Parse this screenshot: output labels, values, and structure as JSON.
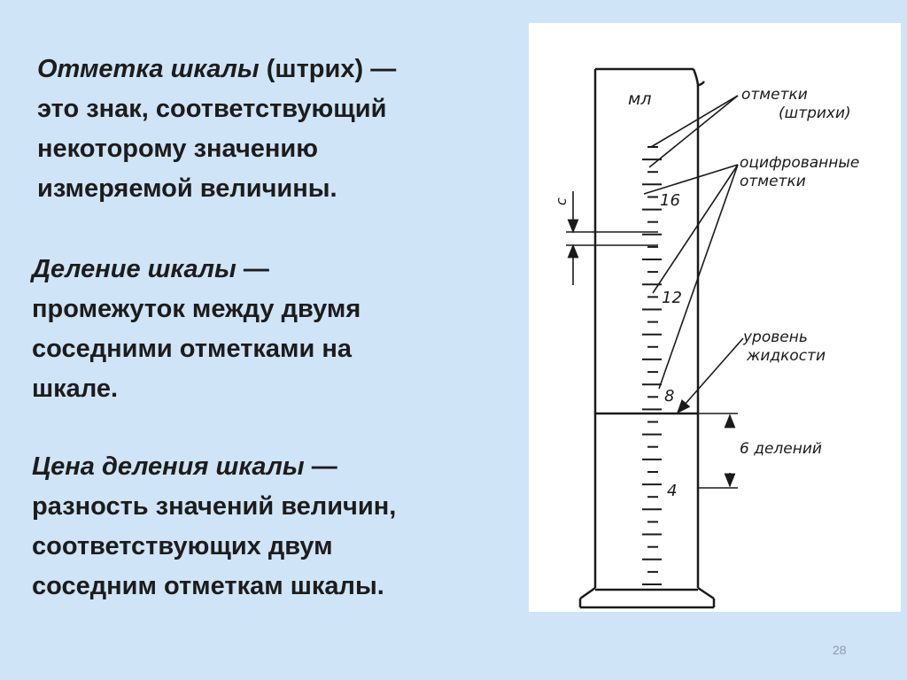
{
  "definitions": [
    {
      "term": "Отметка шкалы",
      "paren": "(штрих)",
      "dash": "—",
      "rest_lines": [
        "это знак, соответствующий",
        "некоторому значению",
        "измеряемой величины."
      ]
    },
    {
      "term": "Деление шкалы",
      "dash": "—",
      "rest_lines": [
        "промежуток между двумя",
        "соседними отметками на",
        "шкале."
      ]
    },
    {
      "term": "Цена деления шкалы",
      "dash": "—",
      "rest_lines": [
        "разность значений величин,",
        "соответствующих двум",
        "соседним отметкам шкалы."
      ]
    }
  ],
  "diagram": {
    "unit": "мл",
    "scale_numbers": [
      "16",
      "12",
      "8",
      "4"
    ],
    "marks_label": [
      "отметки",
      "(штрихи)"
    ],
    "digitized_label": [
      "оцифрованные",
      "отметки"
    ],
    "level_label": [
      "уровень",
      "жидкости"
    ],
    "divisions_label": "6 делений",
    "c_label": "c"
  },
  "slide_number": "28"
}
